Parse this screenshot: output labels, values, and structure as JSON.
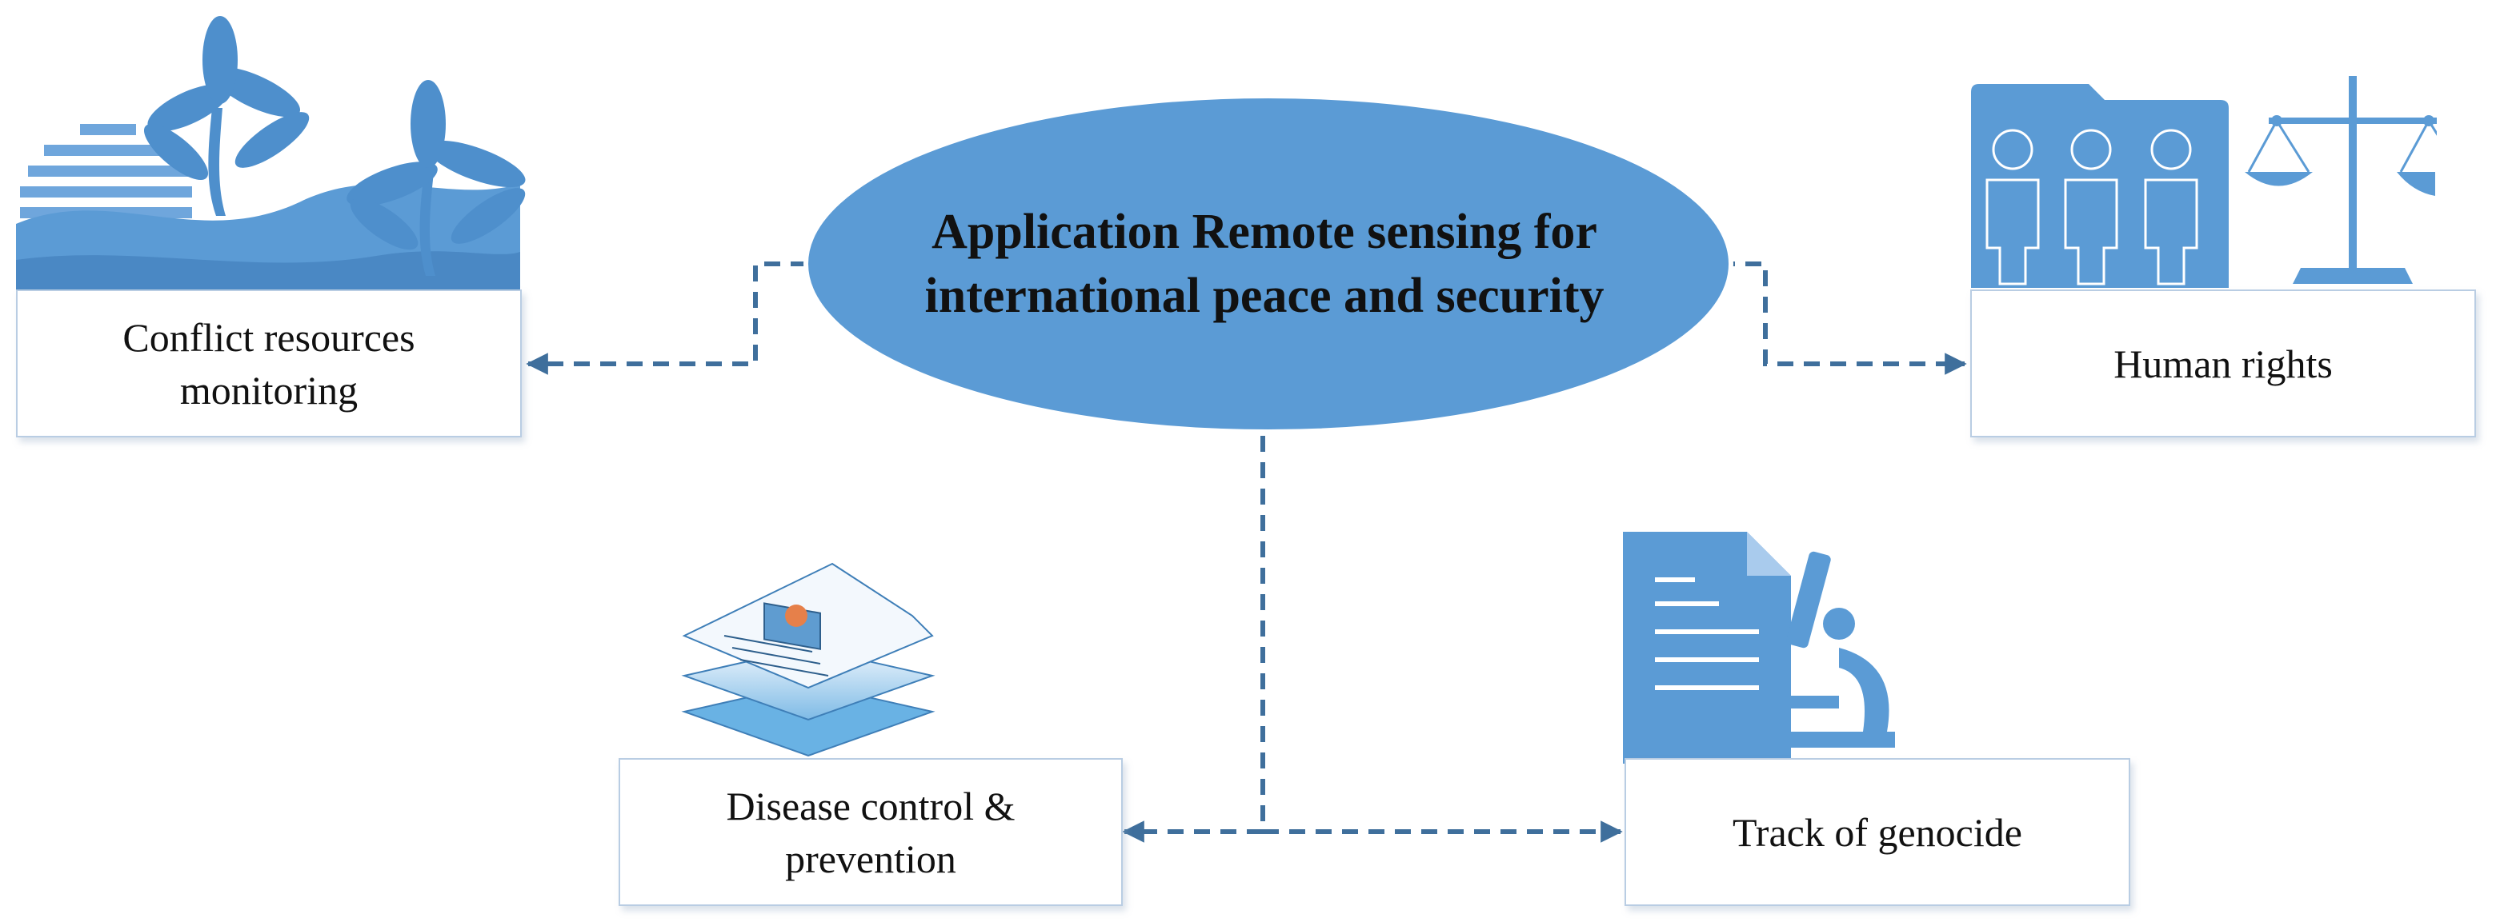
{
  "center_node": {
    "line1": "Application Remote sensing for",
    "line2": "international peace and security"
  },
  "nodes": {
    "conflict": {
      "line1": "Conflict resources",
      "line2": "monitoring",
      "icon": "palm-island-icon"
    },
    "human_rights": {
      "label": "Human rights",
      "icon": "people-scales-icon"
    },
    "disease": {
      "line1": "Disease control &",
      "line2": "prevention",
      "icon": "document-stack-icon"
    },
    "genocide": {
      "label": "Track of genocide",
      "icon": "document-microscope-icon"
    }
  },
  "colors": {
    "accent": "#5b9bd5",
    "connector": "#3f6f9c",
    "box_border": "#b9cde3"
  }
}
